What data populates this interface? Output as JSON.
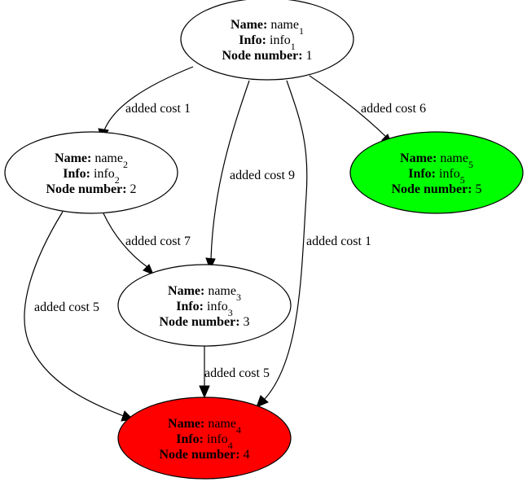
{
  "graph": {
    "labels": {
      "name": "Name:",
      "info": "Info:",
      "node_number": "Node number:"
    },
    "nodes": [
      {
        "id": "n1",
        "name_base": "name",
        "info_base": "info",
        "sub": "1",
        "number": "1",
        "fill": "#ffffff"
      },
      {
        "id": "n2",
        "name_base": "name",
        "info_base": "info",
        "sub": "2",
        "number": "2",
        "fill": "#ffffff"
      },
      {
        "id": "n3",
        "name_base": "name",
        "info_base": "info",
        "sub": "3",
        "number": "3",
        "fill": "#ffffff"
      },
      {
        "id": "n4",
        "name_base": "name",
        "info_base": "info",
        "sub": "4",
        "number": "4",
        "fill": "#ff0000"
      },
      {
        "id": "n5",
        "name_base": "name",
        "info_base": "info",
        "sub": "5",
        "number": "5",
        "fill": "#00ff00"
      }
    ],
    "edges": [
      {
        "from": "n1",
        "to": "n2",
        "label": "added cost 1"
      },
      {
        "from": "n1",
        "to": "n3",
        "label": "added cost 9"
      },
      {
        "from": "n1",
        "to": "n4",
        "label": "added cost 1"
      },
      {
        "from": "n1",
        "to": "n5",
        "label": "added cost 6"
      },
      {
        "from": "n2",
        "to": "n3",
        "label": "added cost 7"
      },
      {
        "from": "n2",
        "to": "n4",
        "label": "added cost 5"
      },
      {
        "from": "n3",
        "to": "n4",
        "label": "added cost 5"
      }
    ]
  }
}
